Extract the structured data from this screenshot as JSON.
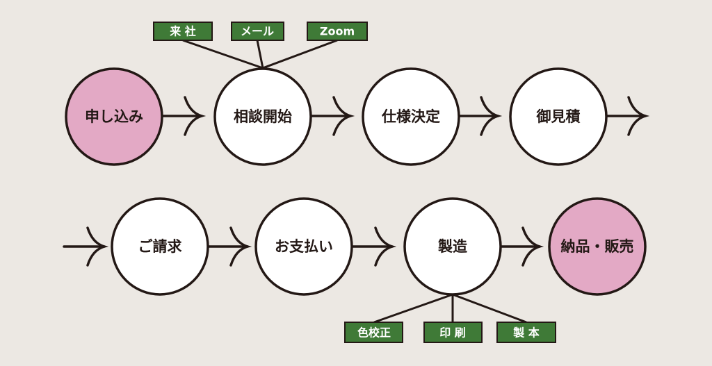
{
  "colors": {
    "background": "#ece8e3",
    "stroke": "#231815",
    "circle_default": "#ffffff",
    "circle_highlight": "#e3a9c5",
    "tag_fill": "#3f7a37",
    "tag_text": "#ffffff"
  },
  "steps_row1": [
    {
      "label": "申し込み",
      "highlight": true
    },
    {
      "label": "相談開始",
      "highlight": false
    },
    {
      "label": "仕様決定",
      "highlight": false
    },
    {
      "label": "御見積",
      "highlight": false
    }
  ],
  "steps_row2": [
    {
      "label": "ご請求",
      "highlight": false
    },
    {
      "label": "お支払い",
      "highlight": false
    },
    {
      "label": "製造",
      "highlight": false
    },
    {
      "label": "納品・販売",
      "highlight": true
    }
  ],
  "consult_methods": [
    "来 社",
    "メール",
    "Zoom"
  ],
  "production_steps": [
    "色校正",
    "印 刷",
    "製 本"
  ]
}
